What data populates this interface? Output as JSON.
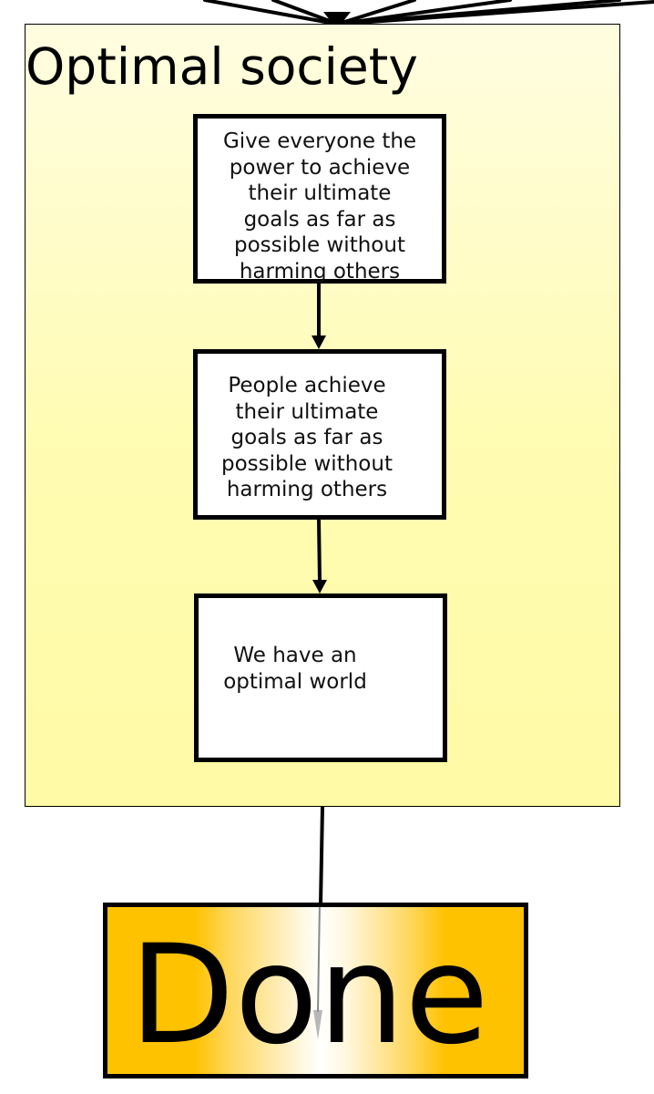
{
  "diagram": {
    "group": {
      "title": "Optimal society"
    },
    "nodes": [
      {
        "id": "node-1",
        "text": "Give everyone the\npower to achieve\ntheir ultimate\ngoals as far as\npossible without\nharming others"
      },
      {
        "id": "node-2",
        "text": "People achieve\ntheir ultimate\ngoals as far as\npossible without\nharming others"
      },
      {
        "id": "node-3",
        "text": "We have an\noptimal world"
      }
    ],
    "terminal": {
      "text": "Done"
    },
    "edges": [
      {
        "from": "node-1",
        "to": "node-2"
      },
      {
        "from": "node-2",
        "to": "node-3"
      },
      {
        "from": "group",
        "to": "terminal"
      }
    ],
    "colors": {
      "group_fill": "#fffcb2",
      "terminal_fill": "#ffc200",
      "node_fill": "#ffffff",
      "stroke": "#000000"
    }
  }
}
